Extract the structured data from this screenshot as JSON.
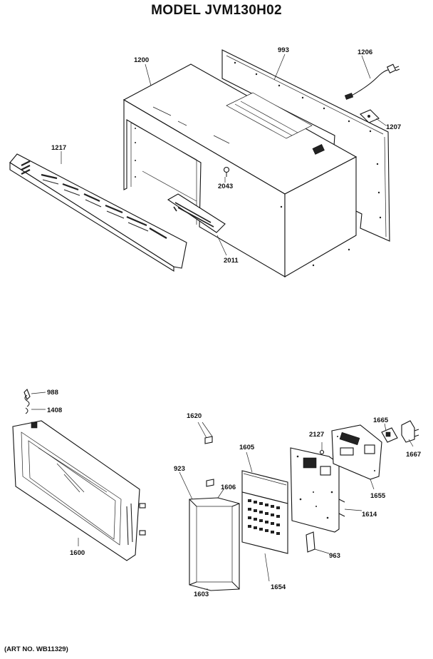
{
  "title": "MODEL JVM130H02",
  "art_number": "(ART NO. WB11329)",
  "part_labels": {
    "p1200": "1200",
    "p993": "993",
    "p1206": "1206",
    "p1207": "1207",
    "p1217": "1217",
    "p2043": "2043",
    "p2011": "2011",
    "p988": "988",
    "p1408": "1408",
    "p1620": "1620",
    "p923": "923",
    "p1606": "1606",
    "p1605": "1605",
    "p2127": "2127",
    "p1665": "1665",
    "p1667": "1667",
    "p1655": "1655",
    "p1614": "1614",
    "p963": "963",
    "p1654": "1654",
    "p1603": "1603",
    "p1600": "1600"
  }
}
